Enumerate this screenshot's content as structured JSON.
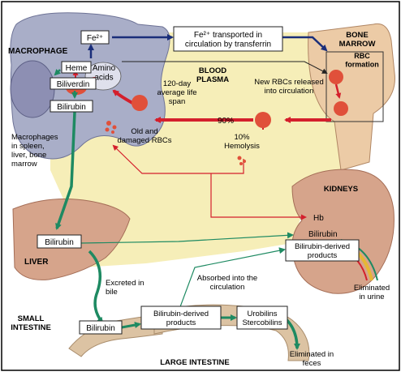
{
  "colors": {
    "plasma": "#f6eeb8",
    "macrophage": "#a9aec8",
    "bone": "#eccba6",
    "organ": "#d6a48b",
    "intestine": "#dcc3a3",
    "red_arrow": "#d41f2c",
    "green_arrow": "#1e8a62",
    "blue_arrow": "#1a2e7a",
    "rbc": "#e0503a"
  },
  "labels": {
    "macrophage": "MACROPHAGE",
    "fe2": "Fe²⁺",
    "amino_acids": "Amino acids",
    "heme": "Heme",
    "biliverdin": "Biliverdin",
    "bilirubin_macrophage": "Bilirubin",
    "macrophage_note": "Macrophages in spleen, liver, bone marrow",
    "fe_transport": "Fe²⁺ transported in circulation by transferrin",
    "bone_marrow": "BONE MARROW",
    "rbc_formation": "RBC formation",
    "blood_plasma": "BLOOD PLASMA",
    "life_span": "120-day average life span",
    "new_rbcs": "New RBCs released into circulation",
    "old_rbcs": "Old and damaged RBCs",
    "ninety": "90%",
    "hemolysis": "10% Hemolysis",
    "kidneys": "KIDNEYS",
    "hb": "Hb",
    "bilirubin_kidney": "Bilirubin",
    "bilirubin_derived_kidney": "Bilirubin-derived products",
    "eliminated_urine": "Eliminated in urine",
    "liver": "LIVER",
    "bilirubin_liver": "Bilirubin",
    "excreted_bile": "Excreted in bile",
    "absorbed": "Absorbed into the circulation",
    "small_intestine": "SMALL INTESTINE",
    "bilirubin_intestine": "Bilirubin",
    "bilirubin_derived_intestine": "Bilirubin-derived products",
    "urobilins": "Urobilins Stercobilins",
    "large_intestine": "LARGE INTESTINE",
    "eliminated_feces": "Eliminated in feces"
  }
}
